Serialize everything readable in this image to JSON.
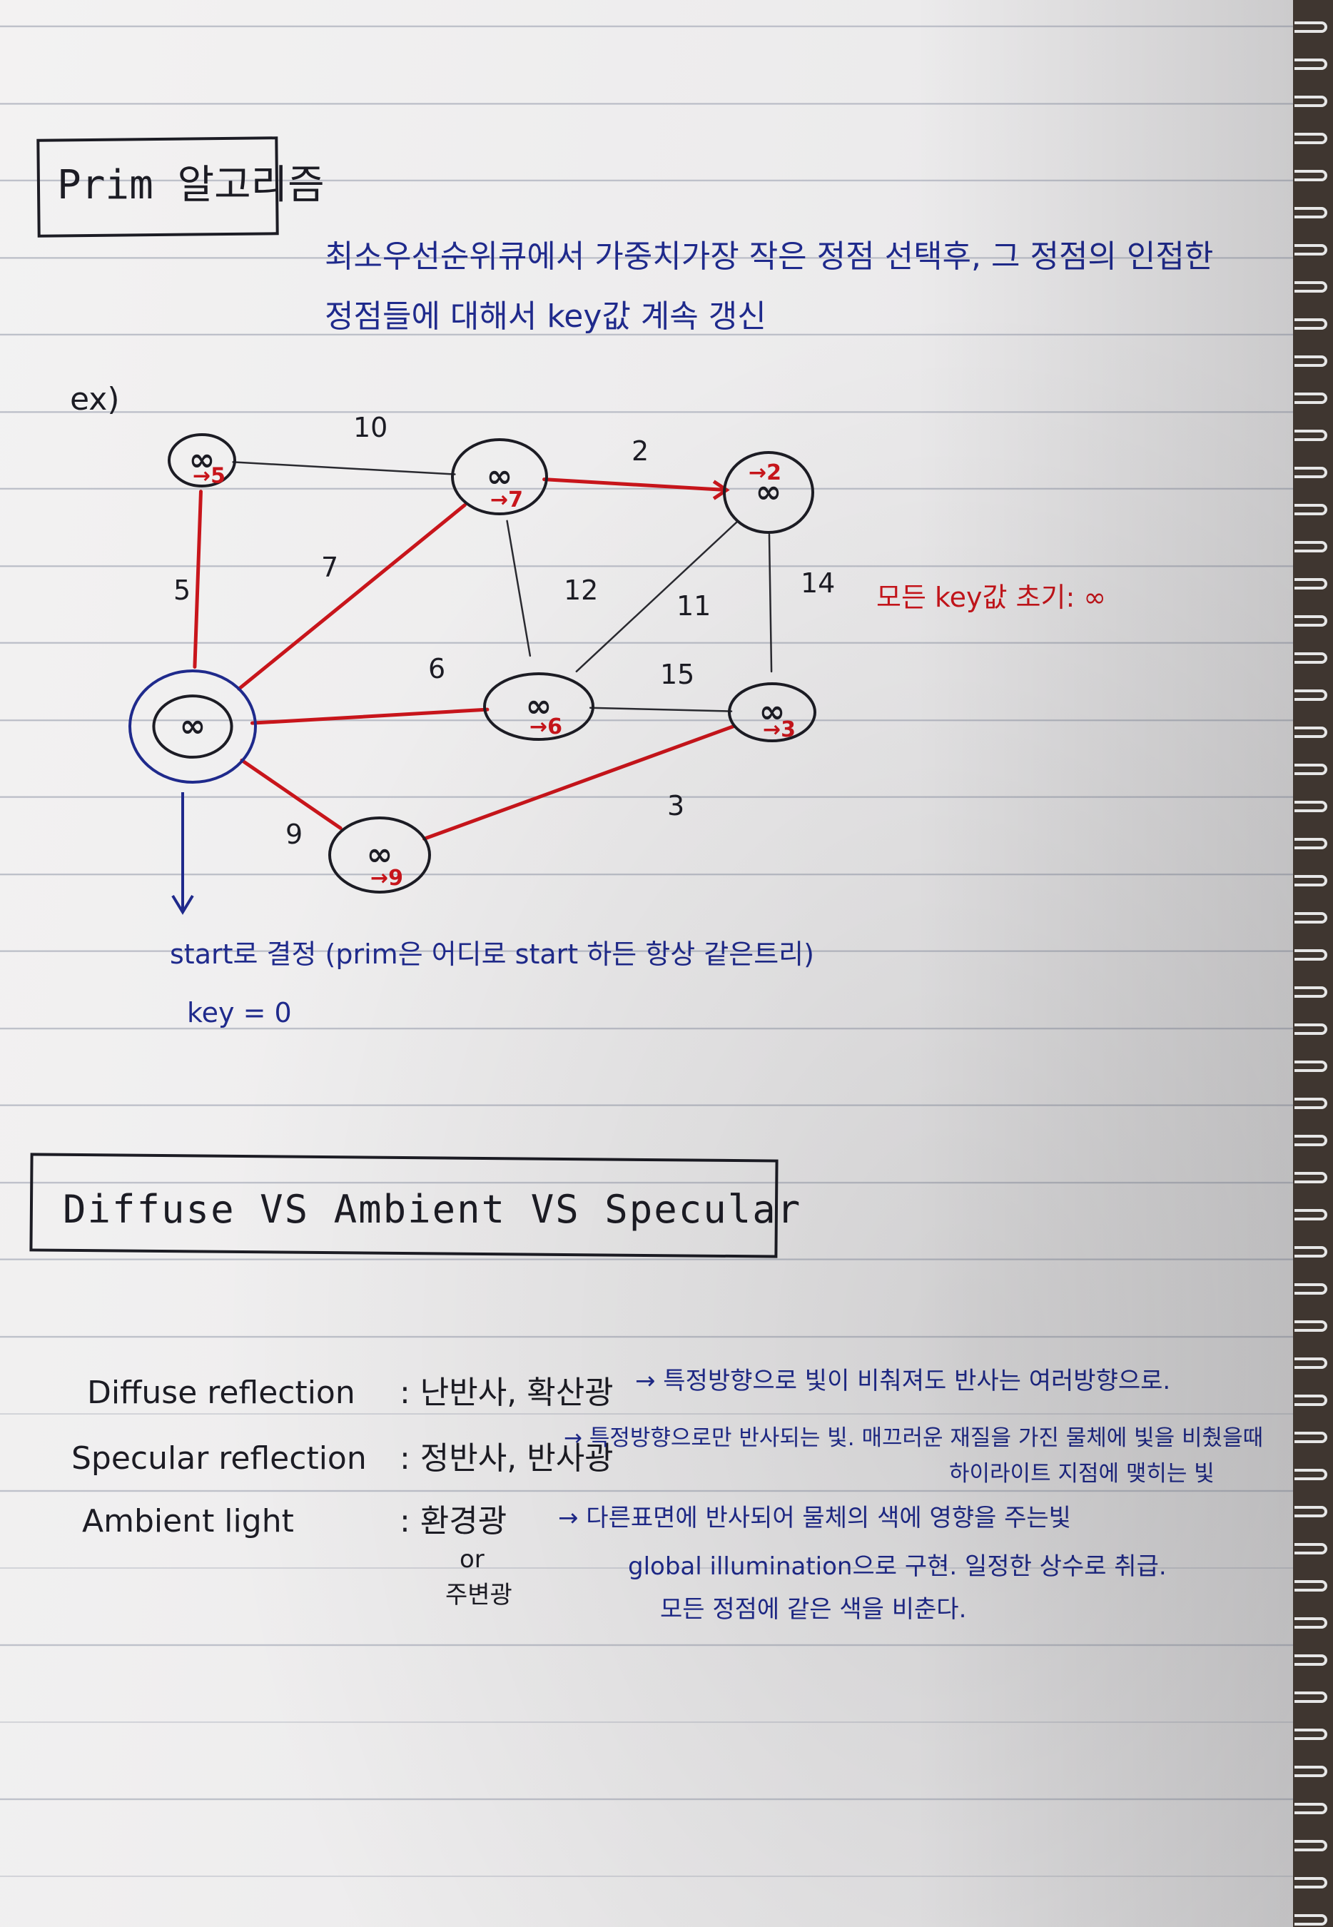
{
  "section1": {
    "title": "Prim 알고리즘",
    "desc_line1": "최소우선순위큐에서 가중치가장 작은 정점 선택후, 그 정점의 인접한",
    "desc_line2": "정점들에 대해서 key값 계속 갱신",
    "example_label": "ex)",
    "init_note": "모든 key값 초기: ∞",
    "start_note": "start로 결정 (prim은 어디로 start 하든 항상 같은트리)",
    "key_note": "key = 0"
  },
  "graph": {
    "nodes": [
      {
        "id": "A",
        "label": "∞",
        "update": "→5"
      },
      {
        "id": "B",
        "label": "∞",
        "update": "→7"
      },
      {
        "id": "C",
        "label": "∞",
        "update": "→2"
      },
      {
        "id": "D",
        "label": "∞",
        "update": ""
      },
      {
        "id": "E",
        "label": "∞",
        "update": "→6"
      },
      {
        "id": "F",
        "label": "∞",
        "update": "→3"
      },
      {
        "id": "G",
        "label": "∞",
        "update": "→9"
      }
    ],
    "edges": [
      {
        "from": "A",
        "to": "B",
        "weight": "10",
        "mst": false
      },
      {
        "from": "B",
        "to": "C",
        "weight": "2",
        "mst": true
      },
      {
        "from": "A",
        "to": "D",
        "weight": "5",
        "mst": true
      },
      {
        "from": "D",
        "to": "B",
        "weight": "7",
        "mst": true
      },
      {
        "from": "B",
        "to": "E",
        "weight": "12",
        "mst": false
      },
      {
        "from": "E",
        "to": "C",
        "weight": "11",
        "mst": false
      },
      {
        "from": "C",
        "to": "F",
        "weight": "14",
        "mst": false
      },
      {
        "from": "D",
        "to": "E",
        "weight": "6",
        "mst": true
      },
      {
        "from": "E",
        "to": "F",
        "weight": "15",
        "mst": false
      },
      {
        "from": "D",
        "to": "G",
        "weight": "9",
        "mst": true
      },
      {
        "from": "G",
        "to": "F",
        "weight": "3",
        "mst": true
      }
    ]
  },
  "section2": {
    "title": "Diffuse VS Ambient VS Specular",
    "rows": [
      {
        "term": "Diffuse reflection",
        "korean": ": 난반사, 확산광",
        "desc": "→ 특정방향으로 빛이 비춰져도 반사는 여러방향으로."
      },
      {
        "term": "Specular reflection",
        "korean": ": 정반사, 반사광",
        "desc": "→ 특정방향으로만 반사되는 빛. 매끄러운 재질을 가진 물체에 빛을 비췄을때",
        "desc2": "하이라이트 지점에 맺히는 빛"
      },
      {
        "term": "Ambient light",
        "korean": ": 환경광",
        "korean_or": "or",
        "korean2": "주변광",
        "desc": "→ 다른표면에 반사되어 물체의 색에 영향을 주는빛",
        "desc2": "global illumination으로 구현. 일정한 상수로 취급.",
        "desc3": "모든 정점에 같은 색을 비춘다."
      }
    ]
  }
}
